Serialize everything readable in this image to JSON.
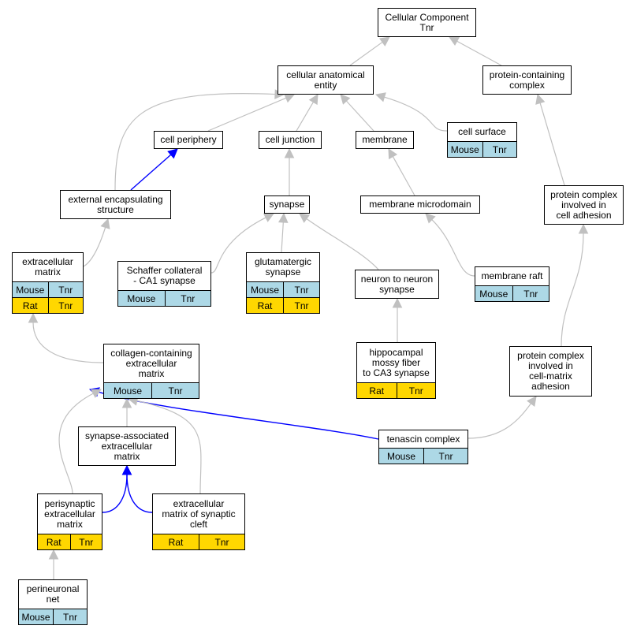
{
  "colors": {
    "gray_edge": "#c0c0c0",
    "blue_edge": "#0000ff",
    "mouse": "#add8e6",
    "rat": "#ffd700"
  },
  "nodes": [
    {
      "id": "cc",
      "label": "Cellular Component\nTnr",
      "rows": []
    },
    {
      "id": "cae",
      "label": "cellular anatomical\nentity",
      "rows": []
    },
    {
      "id": "pcc",
      "label": "protein-containing\ncomplex",
      "rows": []
    },
    {
      "id": "cp",
      "label": "cell periphery",
      "rows": []
    },
    {
      "id": "cj",
      "label": "cell junction",
      "rows": []
    },
    {
      "id": "mem",
      "label": "membrane",
      "rows": []
    },
    {
      "id": "cs",
      "label": "cell surface",
      "rows": [
        [
          "Mouse",
          "Tnr"
        ]
      ]
    },
    {
      "id": "ees",
      "label": "external encapsulating\nstructure",
      "rows": []
    },
    {
      "id": "syn",
      "label": "synapse",
      "rows": []
    },
    {
      "id": "mmd",
      "label": "membrane microdomain",
      "rows": []
    },
    {
      "id": "pcica",
      "label": "protein complex\ninvolved in\ncell adhesion",
      "rows": []
    },
    {
      "id": "ecm",
      "label": "extracellular\nmatrix",
      "rows": [
        [
          "Mouse",
          "Tnr"
        ],
        [
          "Rat",
          "Tnr"
        ]
      ]
    },
    {
      "id": "sc",
      "label": "Schaffer collateral\n- CA1 synapse",
      "rows": [
        [
          "Mouse",
          "Tnr"
        ]
      ]
    },
    {
      "id": "glu",
      "label": "glutamatergic\nsynapse",
      "rows": [
        [
          "Mouse",
          "Tnr"
        ],
        [
          "Rat",
          "Tnr"
        ]
      ]
    },
    {
      "id": "nns",
      "label": "neuron to neuron\nsynapse",
      "rows": []
    },
    {
      "id": "mr",
      "label": "membrane raft",
      "rows": [
        [
          "Mouse",
          "Tnr"
        ]
      ]
    },
    {
      "id": "cce",
      "label": "collagen-containing\nextracellular\nmatrix",
      "rows": [
        [
          "Mouse",
          "Tnr"
        ]
      ]
    },
    {
      "id": "hmf",
      "label": "hippocampal\nmossy fiber\nto CA3 synapse",
      "rows": [
        [
          "Rat",
          "Tnr"
        ]
      ]
    },
    {
      "id": "pcicm",
      "label": "protein complex\ninvolved in\ncell-matrix\nadhesion",
      "rows": []
    },
    {
      "id": "sae",
      "label": "synapse-associated\nextracellular\nmatrix",
      "rows": []
    },
    {
      "id": "tc",
      "label": "tenascin complex",
      "rows": [
        [
          "Mouse",
          "Tnr"
        ]
      ]
    },
    {
      "id": "pem",
      "label": "perisynaptic\nextracellular\nmatrix",
      "rows": [
        [
          "Rat",
          "Tnr"
        ]
      ]
    },
    {
      "id": "ems",
      "label": "extracellular\nmatrix of synaptic\ncleft",
      "rows": [
        [
          "Rat",
          "Tnr"
        ]
      ]
    },
    {
      "id": "pnn",
      "label": "perineuronal\nnet",
      "rows": [
        [
          "Mouse",
          "Tnr"
        ]
      ]
    }
  ],
  "edges": [
    {
      "from": "cae",
      "to": "cc",
      "color": "gray"
    },
    {
      "from": "pcc",
      "to": "cc",
      "color": "gray"
    },
    {
      "from": "cp",
      "to": "cae",
      "color": "gray"
    },
    {
      "from": "cj",
      "to": "cae",
      "color": "gray"
    },
    {
      "from": "mem",
      "to": "cae",
      "color": "gray"
    },
    {
      "from": "cs",
      "to": "cae",
      "color": "gray"
    },
    {
      "from": "ees",
      "to": "cae",
      "color": "gray"
    },
    {
      "from": "ees",
      "to": "cp",
      "color": "blue"
    },
    {
      "from": "syn",
      "to": "cj",
      "color": "gray"
    },
    {
      "from": "mmd",
      "to": "mem",
      "color": "gray"
    },
    {
      "from": "pcica",
      "to": "pcc",
      "color": "gray"
    },
    {
      "from": "ecm",
      "to": "ees",
      "color": "gray"
    },
    {
      "from": "sc",
      "to": "syn",
      "color": "gray"
    },
    {
      "from": "glu",
      "to": "syn",
      "color": "gray"
    },
    {
      "from": "nns",
      "to": "syn",
      "color": "gray"
    },
    {
      "from": "mr",
      "to": "mmd",
      "color": "gray"
    },
    {
      "from": "cce",
      "to": "ecm",
      "color": "gray"
    },
    {
      "from": "hmf",
      "to": "nns",
      "color": "gray"
    },
    {
      "from": "pcicm",
      "to": "pcica",
      "color": "gray"
    },
    {
      "from": "tc",
      "to": "cce",
      "color": "blue"
    },
    {
      "from": "tc",
      "to": "pcicm",
      "color": "gray"
    },
    {
      "from": "sae",
      "to": "cce",
      "color": "gray"
    },
    {
      "from": "pem",
      "to": "cce",
      "color": "gray"
    },
    {
      "from": "ems",
      "to": "cce",
      "color": "gray"
    },
    {
      "from": "pem",
      "to": "sae",
      "color": "blue"
    },
    {
      "from": "ems",
      "to": "sae",
      "color": "blue"
    },
    {
      "from": "pnn",
      "to": "pem",
      "color": "gray"
    }
  ]
}
